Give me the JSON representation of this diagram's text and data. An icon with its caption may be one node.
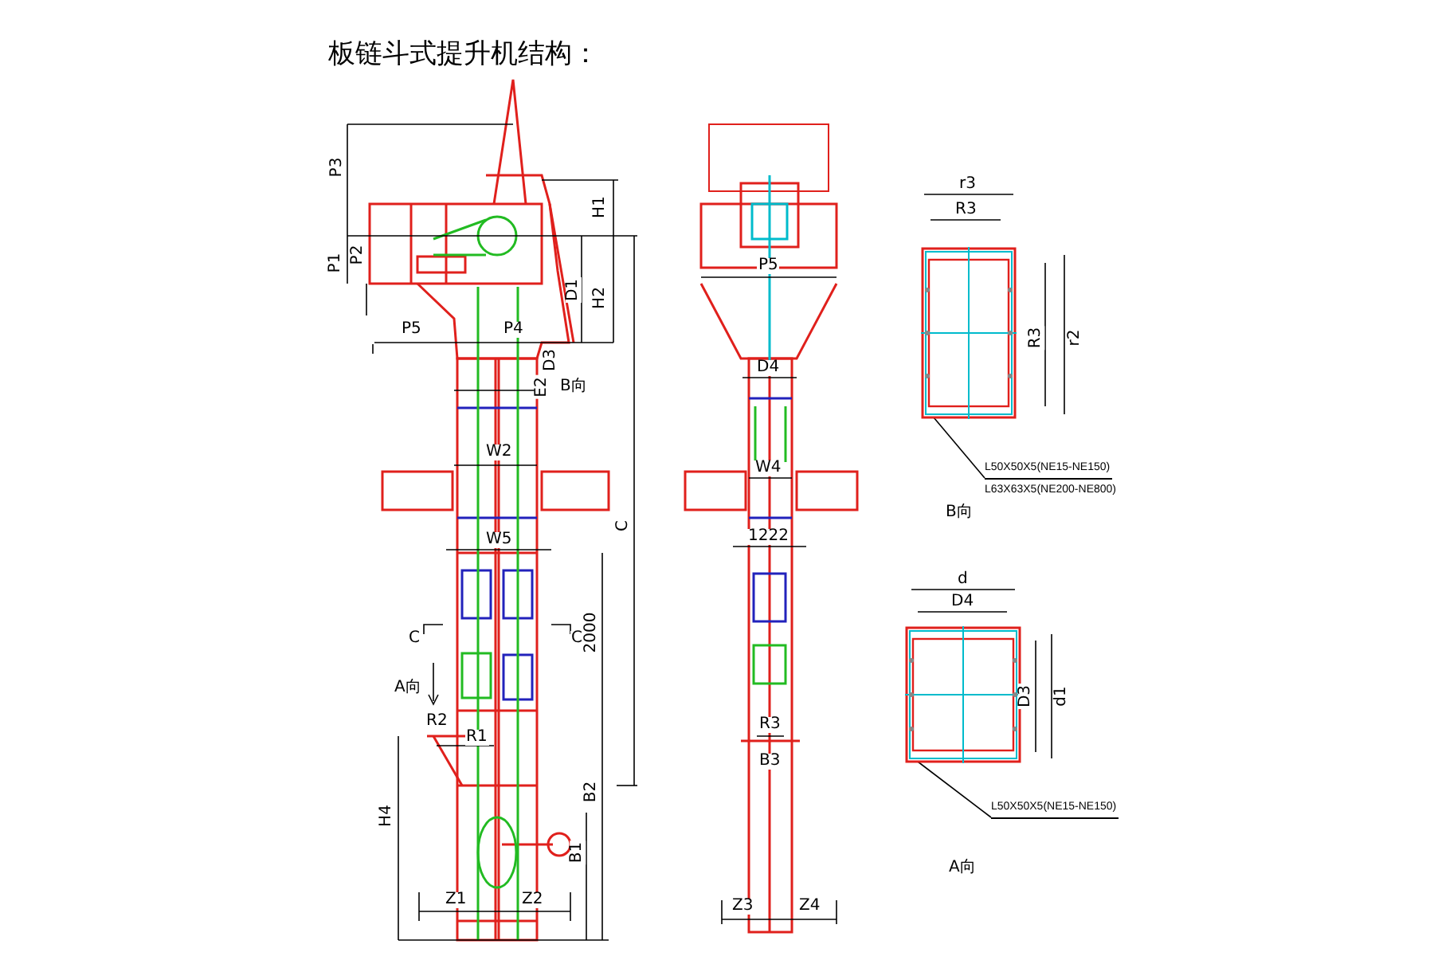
{
  "diagram": {
    "title": "板链斗式提升机结构：",
    "nodes": [
      {
        "text": [],
        "shape": "box"
      },
      {
        "text": [
          "L50X50X5(NE15-NE150)",
          "L63X63X5(NE200-NE800)"
        ]
      },
      {
        "text": [],
        "shape": "box"
      },
      {
        "text": [
          "L50X50X5(NE15-NE150)"
        ]
      }
    ],
    "edges": [
      {
        "from": 1,
        "to": 0,
        "arrow": "none"
      },
      {
        "from": 3,
        "to": 2,
        "arrow": "none"
      }
    ],
    "labels": [
      "P3",
      "H1",
      "P1",
      "P2",
      "D1",
      "H2",
      "P5",
      "P4",
      "D3",
      "E2",
      "B向",
      "W2",
      "W5",
      "C",
      "2000",
      "C",
      "C",
      "A向",
      "R2",
      "R1",
      "H4",
      "B2",
      "B1",
      "Z1",
      "Z2",
      "P5",
      "D4",
      "W4",
      "1222",
      "R3",
      "B3",
      "Z3",
      "Z4",
      "r3",
      "R3",
      "R3",
      "r2",
      "B向",
      "d",
      "D4",
      "D3",
      "d1",
      "A向"
    ]
  }
}
